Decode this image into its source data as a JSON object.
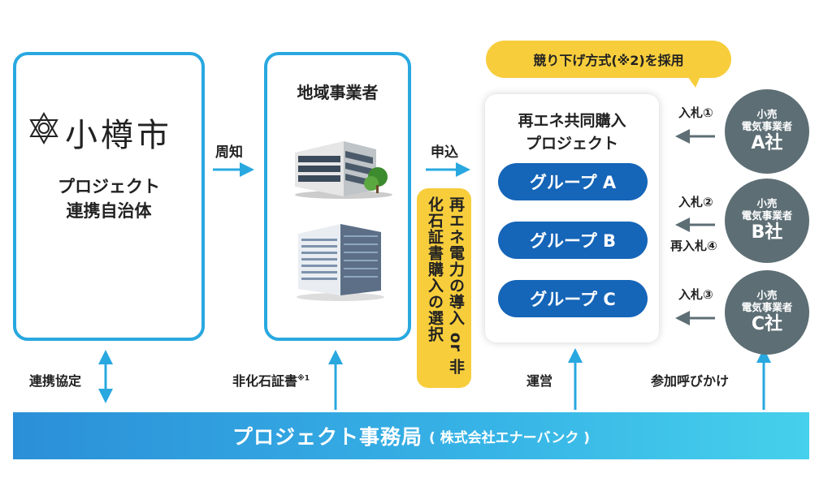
{
  "city": {
    "name": "小樽市",
    "subtitle_line1": "プロジェクト",
    "subtitle_line2": "連携自治体"
  },
  "local_business": {
    "title": "地域事業者"
  },
  "project": {
    "title_line1": "再エネ共同購入",
    "title_line2": "プロジェクト"
  },
  "groups": [
    {
      "label": "グループ A"
    },
    {
      "label": "グループ B"
    },
    {
      "label": "グループ C"
    }
  ],
  "auction_bubble": "競り下げ方式(※2)を採用",
  "retailers": [
    {
      "type_line1": "小売",
      "type_line2": "電気事業者",
      "name": "A社",
      "bid": "入札①"
    },
    {
      "type_line1": "小売",
      "type_line2": "電気事業者",
      "name": "B社",
      "bid": "入札②"
    },
    {
      "type_line1": "小売",
      "type_line2": "電気事業者",
      "name": "C社",
      "bid": "入札③"
    }
  ],
  "rebid": "再入札④",
  "flows": {
    "notify": "周知",
    "apply": "申込",
    "coop": "連携協定",
    "cert": "非化石証書",
    "cert_note": "※1",
    "operate": "運営",
    "invite": "参加呼びかけ"
  },
  "choice_text": "再エネ電力の導入 or 非化石証書購入の選択",
  "office": {
    "main": "プロジェクト事務局",
    "sub": "( 株式会社エナーバンク )"
  },
  "colors": {
    "border_blue": "#29a8e0",
    "group_blue": "#1565b8",
    "yellow": "#f7cd3c",
    "gray": "#5d6e75"
  }
}
